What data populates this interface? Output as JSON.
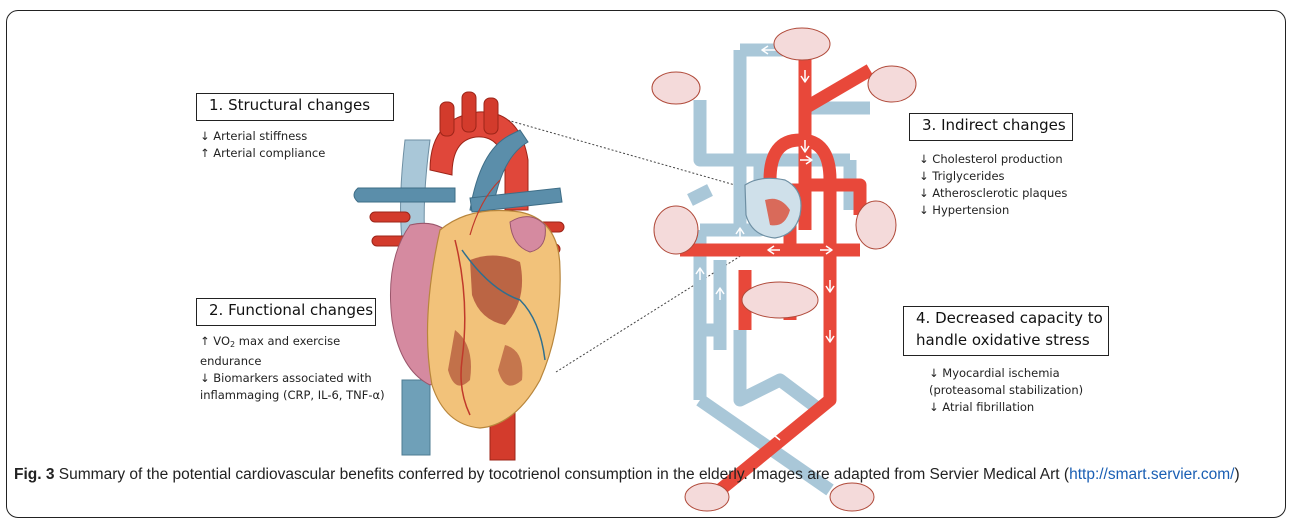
{
  "boxes": {
    "structural": {
      "title": "1.   Structural changes",
      "items": [
        "↓ Arterial stiffness",
        "↑ Arterial compliance"
      ]
    },
    "functional": {
      "title": "2. Functional changes",
      "items": [
        {
          "pre": "↑ VO",
          "sub": "2",
          "post": " max and exercise"
        },
        {
          "text": "endurance"
        },
        {
          "text": "↓ Biomarkers associated with"
        },
        {
          "text": "inflammaging (CRP, IL-6, TNF-α)"
        }
      ]
    },
    "indirect": {
      "title": "3. Indirect changes",
      "items": [
        "↓ Cholesterol production",
        "↓ Triglycerides",
        "↓ Atherosclerotic plaques",
        "↓ Hypertension"
      ]
    },
    "oxidative": {
      "title_line1": "4. Decreased capacity to",
      "title_line2": "handle oxidative stress",
      "items": [
        "↓ Myocardial ischemia",
        "(proteasomal stabilization)",
        "↓ Atrial fibrillation"
      ]
    }
  },
  "caption": {
    "label": "Fig. 3",
    "text": " Summary of the potential cardiovascular benefits conferred by tocotrienol consumption in the elderly. Images are adapted from Servier Medical Art (",
    "link": "http://smart.servier.com/",
    "close": ")"
  },
  "colors": {
    "artery_red": "#e8483a",
    "vein_blue": "#a9c7d8",
    "heart_fat": "#f2c27a",
    "heart_muscle": "#c0392b"
  },
  "icons": [
    "heart-illustration",
    "circulatory-system-diagram"
  ]
}
